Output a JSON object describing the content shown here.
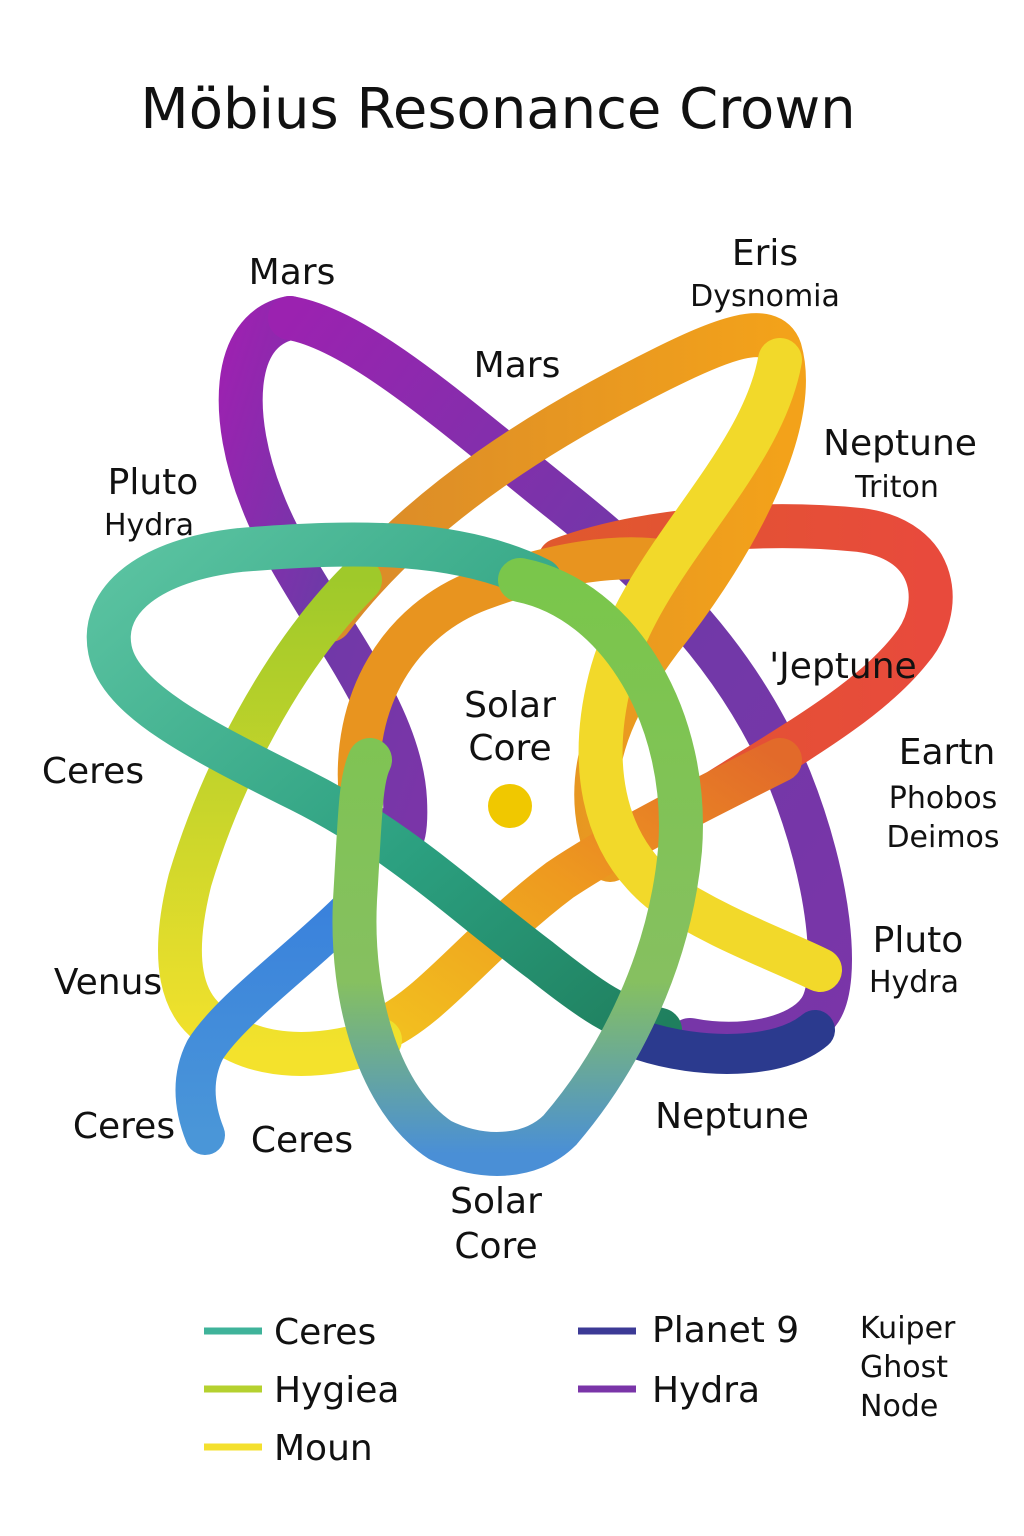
{
  "title": "Möbius Resonance Crown",
  "labels": {
    "mars_top": "Mars",
    "mars_mid": "Mars",
    "eris": "Eris",
    "dysnomia": "Dysnomia",
    "neptune_right": "Neptune",
    "triton": "Triton",
    "pluto_left": "Pluto",
    "hydra_left": "Hydra",
    "jeptune": "'Jeptune",
    "solar_core_center_1": "Solar",
    "solar_core_center_2": "Core",
    "ceres_left": "Ceres",
    "earth": "Eartn",
    "phobos": "Phobos",
    "deimos": "Deimos",
    "pluto_right": "Pluto",
    "hydra_right": "Hydra",
    "venus": "Venus",
    "ceres_bottom_left": "Ceres",
    "ceres_bottom_mid": "Ceres",
    "neptune_bottom": "Neptune",
    "solar_core_bottom_1": "Solar",
    "solar_core_bottom_2": "Core"
  },
  "legend": {
    "items": [
      {
        "label": "Ceres",
        "color": "#3fb39a"
      },
      {
        "label": "Hygiea",
        "color": "#b5d12f"
      },
      {
        "label": "Moun",
        "color": "#f4e02e"
      },
      {
        "label": "Planet 9",
        "color": "#3c3a96"
      },
      {
        "label": "Hydra",
        "color": "#7a35a8"
      }
    ],
    "note_lines": [
      "Kuiper",
      "Ghost",
      "Node"
    ]
  },
  "colors": {
    "purple_ribbon": "#7c33a6",
    "orange_ribbon": "#e8901f",
    "red_ribbon": "#e2463a",
    "teal_ribbon": "#4cbf9a",
    "green_ribbon": "#7cc24e",
    "yellow_ribbon": "#f2e02c",
    "blue_ribbon": "#3f86d8",
    "navy_ribbon": "#2b3a8e",
    "solar_core_dot": "#f0c800"
  }
}
